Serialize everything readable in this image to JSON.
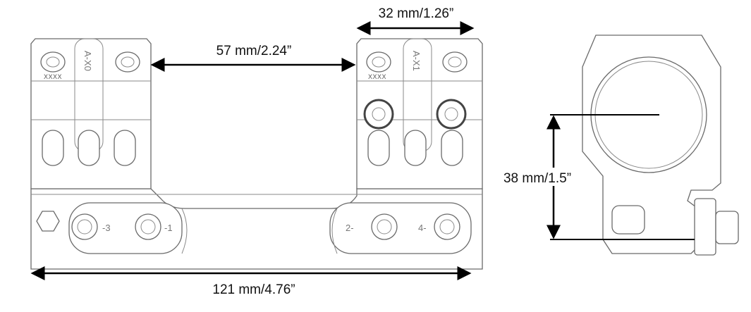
{
  "dimensions": {
    "ring_width": "32 mm/1.26”",
    "ring_spacing": "57 mm/2.24”",
    "center_height": "38 mm/1.5”",
    "overall_length": "121 mm/4.76”"
  },
  "part_markings": {
    "front_ring": "A-X0",
    "rear_ring": "A-X1",
    "front_serial": "XXXX",
    "rear_serial": "XXXX",
    "screw_labels": [
      "-3",
      "-1",
      "2-",
      "4-"
    ]
  }
}
